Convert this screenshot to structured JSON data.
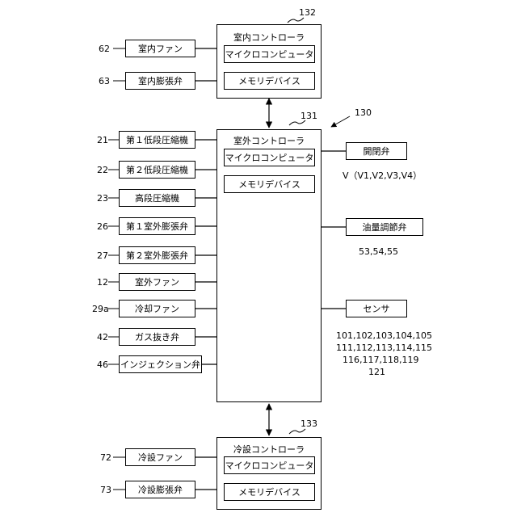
{
  "diagram": {
    "ref_system": "130",
    "indoor": {
      "ref": "132",
      "title": "室内コントローラ",
      "micro": "マイクロコンピュータ",
      "memory": "メモリデバイス",
      "devices": [
        {
          "ref": "62",
          "label": "室内ファン"
        },
        {
          "ref": "63",
          "label": "室内膨張弁"
        }
      ]
    },
    "outdoor": {
      "ref": "131",
      "title": "室外コントローラ",
      "micro": "マイクロコンピュータ",
      "memory": "メモリデバイス",
      "devices": [
        {
          "ref": "21",
          "label": "第１低段圧縮機"
        },
        {
          "ref": "22",
          "label": "第２低段圧縮機"
        },
        {
          "ref": "23",
          "label": "高段圧縮機"
        },
        {
          "ref": "26",
          "label": "第１室外膨張弁"
        },
        {
          "ref": "27",
          "label": "第２室外膨張弁"
        },
        {
          "ref": "12",
          "label": "室外ファン"
        },
        {
          "ref": "29a",
          "label": "冷却ファン"
        },
        {
          "ref": "42",
          "label": "ガス抜き弁"
        },
        {
          "ref": "46",
          "label": "インジェクション弁"
        }
      ],
      "outputs": [
        {
          "label": "開閉弁",
          "refs": [
            "V（V1,V2,V3,V4）"
          ]
        },
        {
          "label": "油量調節弁",
          "refs": [
            "53,54,55"
          ]
        },
        {
          "label": "センサ",
          "refs": [
            "101,102,103,104,105",
            "111,112,113,114,115",
            "116,117,118,119",
            "121"
          ]
        }
      ]
    },
    "cooler": {
      "ref": "133",
      "title": "冷設コントローラ",
      "micro": "マイクロコンピュータ",
      "memory": "メモリデバイス",
      "devices": [
        {
          "ref": "72",
          "label": "冷設ファン"
        },
        {
          "ref": "73",
          "label": "冷設膨張弁"
        }
      ]
    }
  }
}
